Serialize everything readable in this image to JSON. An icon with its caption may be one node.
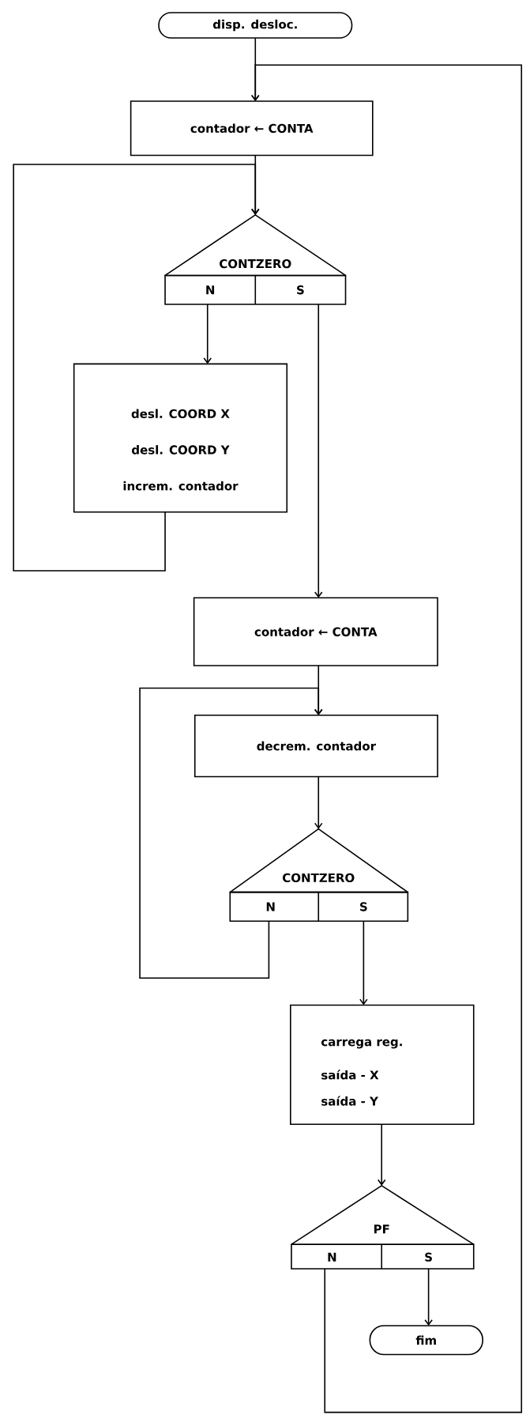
{
  "diagram": {
    "nodes": [
      {
        "text": [
          "disp. desloc."
        ]
      },
      {
        "text": [
          "contador ← CONTA"
        ]
      },
      {
        "text": [
          "CONTZERO",
          "N",
          "S"
        ]
      },
      {
        "text": [
          "desl. COORD X",
          "desl. COORD Y",
          "increm. contador"
        ]
      },
      {
        "text": [
          "contador ← CONTA"
        ]
      },
      {
        "text": [
          "decrem. contador"
        ]
      },
      {
        "text": [
          "CONTZERO",
          "N",
          "S"
        ]
      },
      {
        "text": [
          "carrega reg.",
          "saída - X",
          "saída - Y"
        ]
      },
      {
        "text": [
          "PF",
          "N",
          "S"
        ]
      },
      {
        "text": [
          "fim"
        ]
      }
    ],
    "edges": [
      {
        "from": 0,
        "to": 1,
        "arrow": "to"
      },
      {
        "from": 1,
        "to": 2,
        "arrow": "to"
      },
      {
        "from": 2,
        "to": 3,
        "arrow": "to"
      },
      {
        "from": 3,
        "to": 2,
        "arrow": "to"
      },
      {
        "from": 2,
        "to": 4,
        "arrow": "to"
      },
      {
        "from": 4,
        "to": 5,
        "arrow": "to"
      },
      {
        "from": 5,
        "to": 6,
        "arrow": "to"
      },
      {
        "from": 6,
        "to": 5,
        "arrow": "to"
      },
      {
        "from": 6,
        "to": 7,
        "arrow": "to"
      },
      {
        "from": 7,
        "to": 8,
        "arrow": "to"
      },
      {
        "from": 8,
        "to": 9,
        "arrow": "to"
      },
      {
        "from": 8,
        "to": 1,
        "arrow": "to"
      }
    ]
  }
}
